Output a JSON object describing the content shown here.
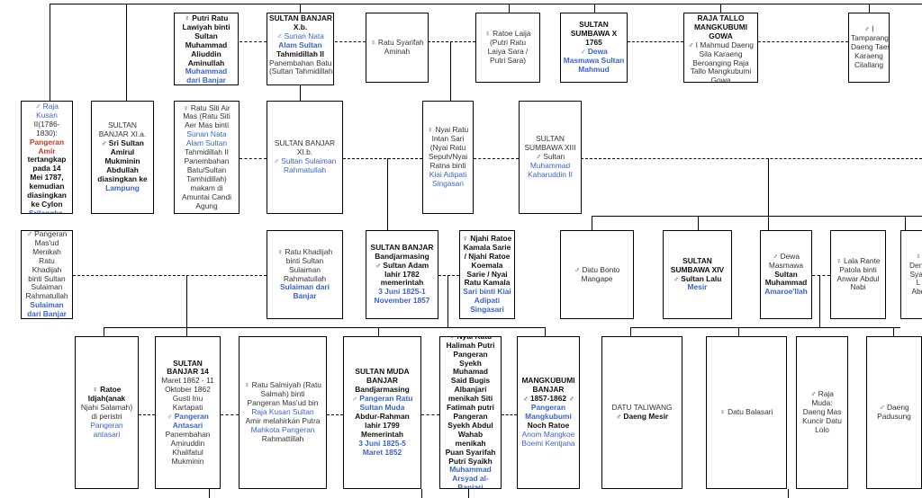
{
  "boxes": [
    {
      "id": "putri-ratu-lawiyah",
      "lines": [
        [
          "g",
          "♀ Putri Ratu"
        ],
        [
          "b",
          "Lawiyah binti"
        ],
        [
          "b",
          "Sultan"
        ],
        [
          "b",
          "Muhammad"
        ],
        [
          "b",
          "Aliuddin"
        ],
        [
          "b",
          "Aminullah"
        ],
        [
          "lb",
          "Muhammad"
        ],
        [
          "lb",
          "dari Banjar"
        ]
      ]
    },
    {
      "id": "sultan-banjar-xb",
      "lines": [
        [
          "b",
          "SULTAN BANJAR"
        ],
        [
          "b",
          "X.b."
        ],
        [
          "l",
          "♂ Sunan Nata"
        ],
        [
          "lb",
          "Alam Sultan"
        ],
        [
          "b",
          "Tahmidillah II"
        ],
        [
          "n",
          "Panembahan Batu"
        ],
        [
          "n",
          "(Sultan Tahmidillah)"
        ]
      ]
    },
    {
      "id": "ratu-syarifah-aminah",
      "lines": [
        [
          "n",
          "♀ Ratu Syarifah"
        ],
        [
          "n",
          "Aminah"
        ]
      ]
    },
    {
      "id": "ratoe-laija",
      "lines": [
        [
          "n",
          "♀ Ratoe Laija"
        ],
        [
          "n",
          "(Putri Ratu"
        ],
        [
          "n",
          "Laiya Sara /"
        ],
        [
          "n",
          "Putri Sara)"
        ]
      ]
    },
    {
      "id": "sultan-sumbawa-x",
      "lines": [
        [
          "b",
          "SULTAN"
        ],
        [
          "b",
          "SUMBAWA X"
        ],
        [
          "b",
          "1765"
        ],
        [
          "lb",
          "♂ Dewa"
        ],
        [
          "lb",
          "Masmawa Sultan"
        ],
        [
          "lb",
          "Mahmud"
        ]
      ]
    },
    {
      "id": "raja-tallo",
      "lines": [
        [
          "b",
          "RAJA TALLO"
        ],
        [
          "b",
          "MANGKUBUMI"
        ],
        [
          "b",
          "GOWA"
        ],
        [
          "n",
          "♂ I Mahmud Daeng"
        ],
        [
          "n",
          "Sila Karaeng"
        ],
        [
          "n",
          "Beroanging Raja"
        ],
        [
          "n",
          "Tallo Mangkubumi"
        ],
        [
          "n",
          "Gowa"
        ]
      ]
    },
    {
      "id": "i-tamparang",
      "lines": [
        [
          "n",
          "♂ I"
        ],
        [
          "n",
          "Tamparang"
        ],
        [
          "n",
          "Daeng Taesa"
        ],
        [
          "n",
          "Karaeng"
        ],
        [
          "n",
          "Cilallang"
        ]
      ]
    },
    {
      "id": "raja-kusan-ii",
      "lines": [
        [
          "l",
          "♂ Raja"
        ],
        [
          "l",
          "Kusan"
        ],
        [
          "n",
          "II(1786-"
        ],
        [
          "n",
          "1830):"
        ],
        [
          "r",
          "Pangeran"
        ],
        [
          "r",
          "Amir"
        ],
        [
          "b",
          "tertangkap"
        ],
        [
          "b",
          "pada 14"
        ],
        [
          "b",
          "Mei 1787,"
        ],
        [
          "b",
          "kemudian"
        ],
        [
          "b",
          "diasingkan"
        ],
        [
          "b",
          "ke Cylon"
        ],
        [
          "lb",
          "Srilangka."
        ]
      ]
    },
    {
      "id": "sultan-banjar-xia",
      "lines": [
        [
          "n",
          "SULTAN"
        ],
        [
          "n",
          "BANJAR XI.a."
        ],
        [
          "b",
          "♂ Sri Sultan"
        ],
        [
          "b",
          "Amirul"
        ],
        [
          "b",
          "Mukminin"
        ],
        [
          "b",
          "Abdullah"
        ],
        [
          "b",
          "diasingkan ke"
        ],
        [
          "lb",
          "Lampung"
        ]
      ]
    },
    {
      "id": "ratu-siti-air-mas",
      "lines": [
        [
          "n",
          "♀ Ratu Siti Air"
        ],
        [
          "n",
          "Mas (Ratu Siti"
        ],
        [
          "n",
          "Aer Mas binti"
        ],
        [
          "l",
          "Sunan Nata"
        ],
        [
          "l",
          "Alam Sultan"
        ],
        [
          "n",
          "Tahmidillah II"
        ],
        [
          "n",
          "Panembahan"
        ],
        [
          "n",
          "Batu/Sultan"
        ],
        [
          "n",
          "Tamhidillah)"
        ],
        [
          "n",
          "makam di"
        ],
        [
          "n",
          "Amuntai Candi"
        ],
        [
          "n",
          "Agung"
        ]
      ]
    },
    {
      "id": "sultan-banjar-xib",
      "lines": [
        [
          "n",
          "SULTAN BANJAR"
        ],
        [
          "n",
          "XI.b."
        ],
        [
          "l",
          "♂ Sultan Sulaiman"
        ],
        [
          "l",
          "Rahmatullah"
        ]
      ]
    },
    {
      "id": "nyai-ratu-intan-sari",
      "lines": [
        [
          "n",
          "♀ Nyai Ratu"
        ],
        [
          "n",
          "Intan Sari"
        ],
        [
          "n",
          "(Nyai Ratu"
        ],
        [
          "n",
          "Sepuh/Nyai"
        ],
        [
          "n",
          "Ratna binti"
        ],
        [
          "l",
          "Kiai Adipati"
        ],
        [
          "l",
          "Singasari"
        ]
      ]
    },
    {
      "id": "sultan-sumbawa-xiii",
      "lines": [
        [
          "n",
          "SULTAN"
        ],
        [
          "n",
          "SUMBAWA XIII"
        ],
        [
          "n",
          "♂ Sultan"
        ],
        [
          "l",
          "Muhammad"
        ],
        [
          "l",
          "Kaharuddin II"
        ]
      ]
    },
    {
      "id": "pangeran-masud",
      "lines": [
        [
          "n",
          "♂ Pangeran"
        ],
        [
          "n",
          "Mas'ud"
        ],
        [
          "n",
          "Menikah"
        ],
        [
          "n",
          "Ratu"
        ],
        [
          "n",
          "Khadijah"
        ],
        [
          "n",
          "binti Sultan"
        ],
        [
          "n",
          "Sulaiman"
        ],
        [
          "n",
          "Rahmatullah"
        ],
        [
          "lb",
          "Sulaiman"
        ],
        [
          "lb",
          "dari Banjar"
        ]
      ]
    },
    {
      "id": "ratu-khadijah",
      "lines": [
        [
          "n",
          "♀ Ratu Khadijah"
        ],
        [
          "n",
          "binti Sultan"
        ],
        [
          "n",
          "Sulaiman"
        ],
        [
          "n",
          "Rahmatullah"
        ],
        [
          "lb",
          "Sulaiman dari"
        ],
        [
          "lb",
          "Banjar"
        ]
      ]
    },
    {
      "id": "sultan-adam",
      "lines": [
        [
          "b",
          "SULTAN BANJAR"
        ],
        [
          "b",
          "Bandjarmasing"
        ],
        [
          "b",
          "♂ Sultan Adam"
        ],
        [
          "b",
          "lahir 1782"
        ],
        [
          "b",
          "memerintah"
        ],
        [
          "lb",
          "3 Juni 1825-1"
        ],
        [
          "lb",
          "November 1857"
        ]
      ]
    },
    {
      "id": "njahi-ratoe-kamala-sarie",
      "lines": [
        [
          "b",
          "♀ Njahi Ratoe"
        ],
        [
          "b",
          "Kamala Sarie"
        ],
        [
          "b",
          "/ Njahi Ratoe"
        ],
        [
          "b",
          "Koemala"
        ],
        [
          "b",
          "Sarie / Nyai"
        ],
        [
          "b",
          "Ratu Kamala"
        ],
        [
          "lb",
          "Sari binti Kiai"
        ],
        [
          "lb",
          "Adipati"
        ],
        [
          "lb",
          "Singasari"
        ]
      ]
    },
    {
      "id": "datu-bonto-mangape",
      "lines": [
        [
          "n",
          "♂ Datu Bonto"
        ],
        [
          "n",
          "Mangape"
        ]
      ]
    },
    {
      "id": "sultan-sumbawa-xiv",
      "lines": [
        [
          "b",
          "SULTAN"
        ],
        [
          "b",
          "SUMBAWA XIV"
        ],
        [
          "b",
          "♂ Sultan Lalu"
        ],
        [
          "lb",
          "Mesir"
        ]
      ]
    },
    {
      "id": "dewa-masmawa-amaroellah",
      "lines": [
        [
          "n",
          "♂ Dewa"
        ],
        [
          "n",
          "Masmawa"
        ],
        [
          "b",
          "Sultan"
        ],
        [
          "b",
          "Muhammad"
        ],
        [
          "lb",
          "Amaroe'llah"
        ]
      ]
    },
    {
      "id": "lala-rante-patola",
      "lines": [
        [
          "n",
          "♀ Lala Rante"
        ],
        [
          "n",
          "Patola binti"
        ],
        [
          "n",
          "Anwar Abdul"
        ],
        [
          "n",
          "Nabi"
        ]
      ]
    },
    {
      "id": "deng-edge",
      "lines": [
        [
          "n",
          "♀"
        ],
        [
          "n",
          "Deng"
        ],
        [
          "n",
          "Syah"
        ],
        [
          "n",
          "L"
        ],
        [
          "n",
          "Abd"
        ]
      ]
    },
    {
      "id": "ratoe-idjah",
      "lines": [
        [
          "b",
          "♀ Ratoe"
        ],
        [
          "b",
          "Idjah(anak"
        ],
        [
          "n",
          "Njahi Salamah)"
        ],
        [
          "n",
          "di peristri"
        ],
        [
          "l",
          "Pangeran"
        ],
        [
          "l",
          "antasari"
        ]
      ]
    },
    {
      "id": "sultan-banjar-14",
      "lines": [
        [
          "b",
          "SULTAN"
        ],
        [
          "b",
          "BANJAR 14"
        ],
        [
          "n",
          "Maret 1862 - 11"
        ],
        [
          "n",
          "Oktober 1862"
        ],
        [
          "n",
          "Gusti Inu"
        ],
        [
          "n",
          "Kartapati"
        ],
        [
          "lb",
          "♂ Pangeran"
        ],
        [
          "lb",
          "Antasari"
        ],
        [
          "n",
          "Panembahan"
        ],
        [
          "n",
          "Amiruddin"
        ],
        [
          "n",
          "Khalifatul"
        ],
        [
          "n",
          "Mukminin"
        ]
      ]
    },
    {
      "id": "ratu-salmiyah",
      "lines": [
        [
          "n",
          "♀ Ratu Salmiyah (Ratu"
        ],
        [
          "n",
          "Salmah) binti"
        ],
        [
          "n",
          "Pangeran Mas'ud bin"
        ],
        [
          "l",
          "Raja Kusan Sultan"
        ],
        [
          "n",
          "Amir melahirkan Putra"
        ],
        [
          "l",
          "Mahkota Pangeran"
        ],
        [
          "n",
          "Rahmattillah"
        ]
      ]
    },
    {
      "id": "sultan-muda-banjar",
      "lines": [
        [
          "b",
          "SULTAN MUDA"
        ],
        [
          "b",
          "BANJAR"
        ],
        [
          "b",
          "Bandjarmasing"
        ],
        [
          "lb",
          "♂ Pangeran Ratu"
        ],
        [
          "lb",
          "Sultan Muda"
        ],
        [
          "b",
          "Abdur-Rahman"
        ],
        [
          "b",
          "lahir 1799"
        ],
        [
          "b",
          "Memerintah"
        ],
        [
          "lb",
          "3 Juni 1825-5"
        ],
        [
          "lb",
          "Maret 1852"
        ]
      ]
    },
    {
      "id": "nyai-ratu-halimah",
      "lines": [
        [
          "b",
          "♀ Nyai Ratu"
        ],
        [
          "b",
          "Halimah Putri"
        ],
        [
          "b",
          "Pangeran"
        ],
        [
          "b",
          "Syekh"
        ],
        [
          "b",
          "Muhamad"
        ],
        [
          "b",
          "Said Bugis"
        ],
        [
          "b",
          "Albanjari"
        ],
        [
          "b",
          "menikah Siti"
        ],
        [
          "b",
          "Fatimah putri"
        ],
        [
          "b",
          "Pangeran"
        ],
        [
          "b",
          "Syekh Abdul"
        ],
        [
          "b",
          "Wahab"
        ],
        [
          "b",
          "menikah"
        ],
        [
          "b",
          "Puan Syarifah"
        ],
        [
          "b",
          "Putri Syaikh"
        ],
        [
          "lb",
          "Muhammad"
        ],
        [
          "lb",
          "Arsyad al-"
        ],
        [
          "lb",
          "Banjari"
        ]
      ]
    },
    {
      "id": "mangkubumi-banjar",
      "lines": [
        [
          "b",
          "MANGKUBUMI"
        ],
        [
          "b",
          "BANJAR"
        ],
        [
          "b",
          "♂ 1857-1862 ♂"
        ],
        [
          "lb",
          "Pangeran"
        ],
        [
          "lb",
          "Mangkubumi"
        ],
        [
          "b",
          "Noch Ratoe"
        ],
        [
          "l",
          "Anom Mangkoe"
        ],
        [
          "l",
          "Boemi Kentjana"
        ]
      ]
    },
    {
      "id": "datu-taliwang",
      "lines": [
        [
          "n",
          "DATU TALIWANG"
        ],
        [
          "b",
          "♂ Daeng Mesir"
        ]
      ]
    },
    {
      "id": "datu-balasari",
      "lines": [
        [
          "n",
          "♀ Datu Balasari"
        ]
      ]
    },
    {
      "id": "raja-muda-daeng-mas",
      "lines": [
        [
          "n",
          "♂ Raja"
        ],
        [
          "n",
          "Muda:"
        ],
        [
          "n",
          "Daeng Mas"
        ],
        [
          "n",
          "Kuncir Datu"
        ],
        [
          "n",
          "Lolo"
        ]
      ]
    },
    {
      "id": "daeng-padusung",
      "lines": [
        [
          "n",
          "♂ Daeng"
        ],
        [
          "n",
          "Padusung"
        ]
      ]
    }
  ]
}
